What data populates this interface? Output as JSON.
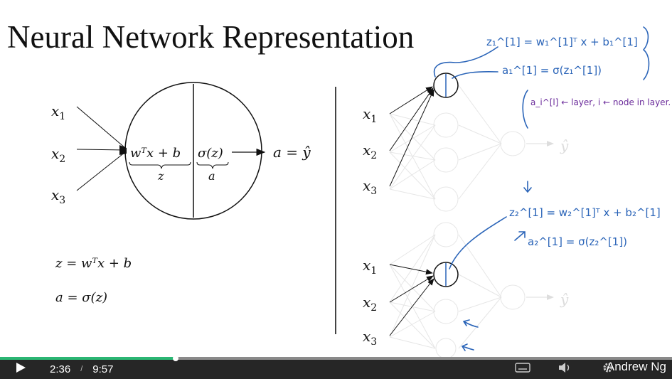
{
  "slide": {
    "title": "Neural Network Representation",
    "left_diagram": {
      "inputs": [
        "x1",
        "x2",
        "x3"
      ],
      "node_linear": "wᵀx + b",
      "node_linear_label": "z",
      "node_activation": "σ(z)",
      "node_activation_label": "a",
      "output": "a = ŷ"
    },
    "equations": [
      "z = wᵀx + b",
      "a = σ(z)"
    ],
    "right_diagram": {
      "output_label": "ŷ",
      "annotations": {
        "z1": "z₁^[1] = w₁^[1]ᵀ x + b₁^[1]",
        "a1": "a₁^[1] = σ(z₁^[1])",
        "layer_note": "a_i^[l] ← layer, i ← node in layer.",
        "z2": "z₂^[1] = w₂^[1]ᵀ x + b₂^[1]",
        "a2": "a₂^[1] = σ(z₂^[1])"
      }
    }
  },
  "player": {
    "current_time": "2:36",
    "separator": "/",
    "duration": "9:57",
    "progress_fraction": 0.261,
    "watermark": "Andrew Ng",
    "icons": [
      "play-icon",
      "captions-icon",
      "volume-icon",
      "settings-icon"
    ],
    "accent_color": "#2bb673"
  }
}
